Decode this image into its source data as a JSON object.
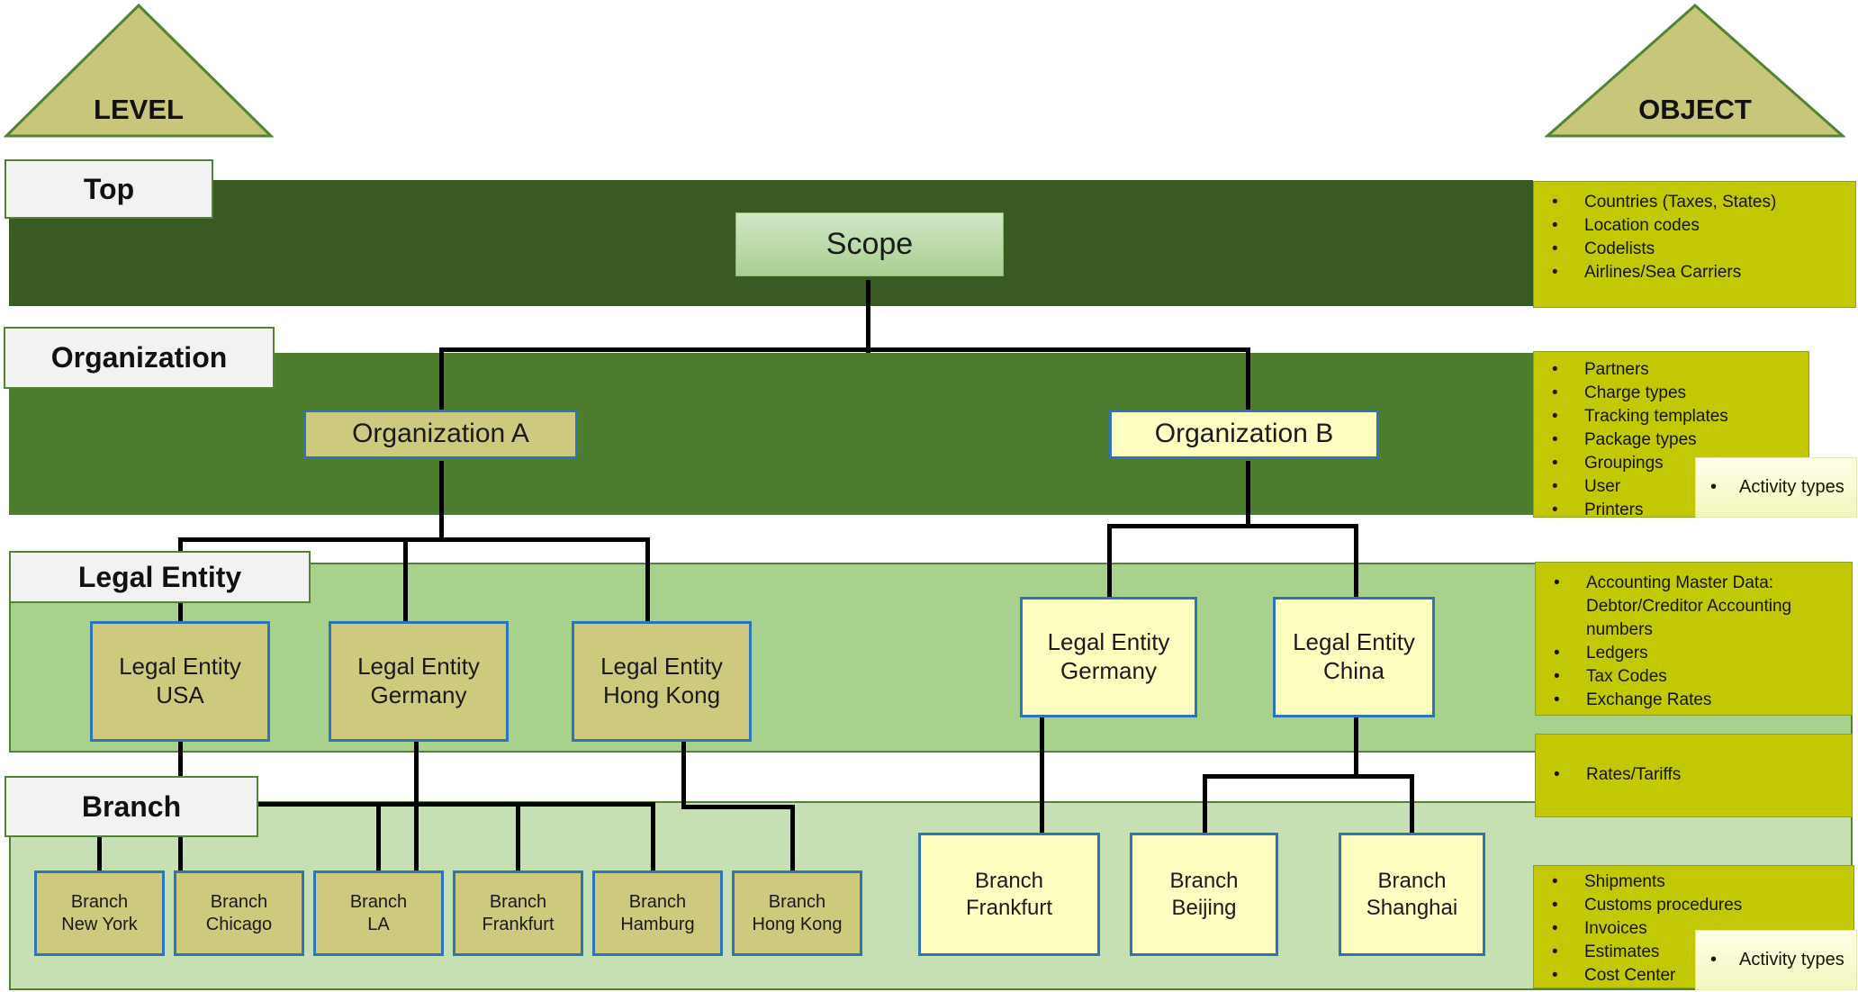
{
  "triangles": {
    "left": "LEVEL",
    "right": "OBJECT"
  },
  "levels": [
    {
      "label": "Top",
      "nodes": [
        {
          "label": "Scope"
        }
      ],
      "objects": [
        "Countries (Taxes, States)",
        "Location codes",
        "Codelists",
        "Airlines/Sea Carriers"
      ]
    },
    {
      "label": "Organization",
      "nodes": [
        {
          "label": "Organization A"
        },
        {
          "label": "Organization B"
        }
      ],
      "objects": [
        "Partners",
        "Charge types",
        "Tracking templates",
        "Package types",
        "Groupings",
        "User",
        "Printers"
      ],
      "activity": "Activity types"
    },
    {
      "label": "Legal Entity",
      "nodes": [
        {
          "label": "Legal Entity\nUSA"
        },
        {
          "label": "Legal Entity\nGermany"
        },
        {
          "label": "Legal Entity\nHong Kong"
        },
        {
          "label": "Legal Entity\nGermany"
        },
        {
          "label": "Legal Entity\nChina"
        }
      ],
      "objects": [
        "Accounting Master Data: Debtor/Creditor Accounting numbers",
        "Ledgers",
        "Tax Codes",
        "Exchange Rates"
      ],
      "extra_objects": [
        "Rates/Tariffs"
      ]
    },
    {
      "label": "Branch",
      "nodes": [
        {
          "label": "Branch\nNew York"
        },
        {
          "label": "Branch\nChicago"
        },
        {
          "label": "Branch\nLA"
        },
        {
          "label": "Branch\nFrankfurt"
        },
        {
          "label": "Branch\nHamburg"
        },
        {
          "label": "Branch\nHong Kong"
        },
        {
          "label": "Branch\nFrankfurt"
        },
        {
          "label": "Branch\nBeijing"
        },
        {
          "label": "Branch\nShanghai"
        }
      ],
      "objects": [
        "Shipments",
        "Customs procedures",
        "Invoices",
        "Estimates",
        "Cost Center"
      ],
      "activity": "Activity types"
    }
  ],
  "colors": {
    "top_band": "#3a5a23",
    "org_band": "#4e7c2f",
    "legal_band": "#a9d18e",
    "branch_band": "#c6e0b4",
    "object_box": "#c2c904",
    "object_border": "#86a02a",
    "olive_box": "#cdc97d",
    "yellow_box": "#ffffc2",
    "node_border": "#2e75b6",
    "label_bg": "#f2f2f2",
    "label_border": "#548235",
    "triangle_fill": "#c8c67a",
    "triangle_border": "#548235",
    "line": "#000000",
    "scope_top": "#d2e6c6",
    "scope_bottom": "#a8cf90",
    "scope_border": "#8fbd77",
    "activity_top": "#ffffe8",
    "activity_bottom": "#f4f6bd",
    "activity_border": "#e4e6b8"
  }
}
